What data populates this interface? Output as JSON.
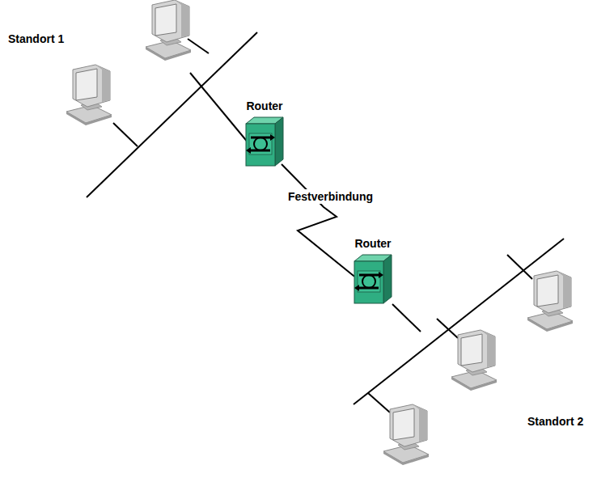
{
  "diagram": {
    "nodes": [
      {
        "text": [
          "Router"
        ]
      },
      {
        "text": [
          "Router"
        ]
      }
    ],
    "edges": [
      {
        "from": 0,
        "to": 1,
        "arrow": "none",
        "label": "Festverbindung"
      }
    ],
    "labels": [
      "Standort 1",
      "Standort 2"
    ]
  }
}
